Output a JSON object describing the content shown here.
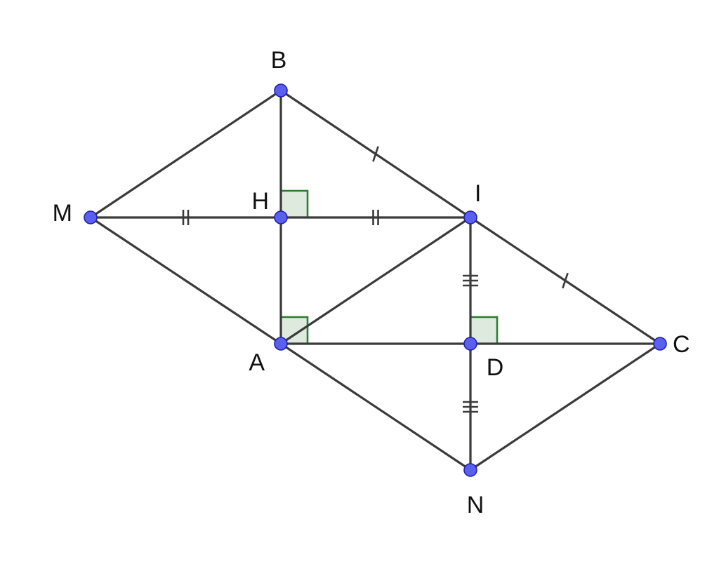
{
  "figure": {
    "points": [
      {
        "id": "B",
        "label": "B"
      },
      {
        "id": "M",
        "label": "M"
      },
      {
        "id": "H",
        "label": "H"
      },
      {
        "id": "I",
        "label": "I"
      },
      {
        "id": "A",
        "label": "A"
      },
      {
        "id": "D",
        "label": "D"
      },
      {
        "id": "C",
        "label": "C"
      },
      {
        "id": "N",
        "label": "N"
      }
    ],
    "segments": [
      [
        "M",
        "B"
      ],
      [
        "B",
        "I"
      ],
      [
        "I",
        "C"
      ],
      [
        "C",
        "N"
      ],
      [
        "N",
        "A"
      ],
      [
        "A",
        "M"
      ],
      [
        "M",
        "H"
      ],
      [
        "H",
        "I"
      ],
      [
        "B",
        "H"
      ],
      [
        "H",
        "A"
      ],
      [
        "A",
        "I"
      ],
      [
        "A",
        "D"
      ],
      [
        "D",
        "C"
      ],
      [
        "I",
        "D"
      ],
      [
        "D",
        "N"
      ]
    ],
    "right_angles": [
      "H",
      "A",
      "D"
    ],
    "equal_marks": [
      {
        "marks": 1,
        "segments": [
          [
            "B",
            "I"
          ],
          [
            "I",
            "C"
          ]
        ]
      },
      {
        "marks": 2,
        "segments": [
          [
            "M",
            "H"
          ],
          [
            "H",
            "I"
          ]
        ]
      },
      {
        "marks": 3,
        "segments": [
          [
            "I",
            "D"
          ],
          [
            "D",
            "N"
          ]
        ]
      }
    ],
    "colors": {
      "line": "#3a3a3a",
      "point_fill": "#5a5ff0",
      "point_stroke": "#1f23a8",
      "right_angle_fill": "#dfeadf",
      "right_angle_stroke": "#2e7d32"
    }
  }
}
